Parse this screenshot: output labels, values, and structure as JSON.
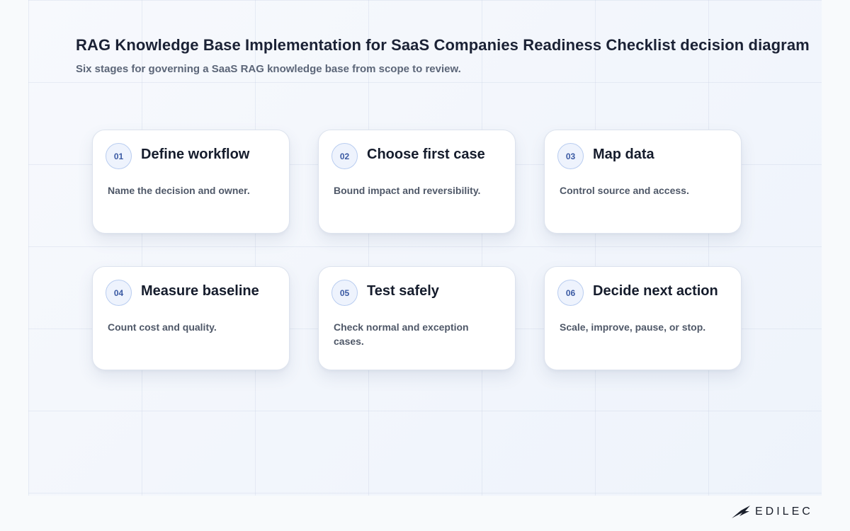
{
  "header": {
    "title": "RAG Knowledge Base Implementation for SaaS Companies Readiness Checklist decision diagram",
    "subtitle": "Six stages for governing a SaaS RAG knowledge base from scope to review."
  },
  "stages": [
    {
      "number": "01",
      "title": "Define workflow",
      "description": "Name the decision and owner."
    },
    {
      "number": "02",
      "title": "Choose first case",
      "description": "Bound impact and reversibility."
    },
    {
      "number": "03",
      "title": "Map data",
      "description": "Control source and access."
    },
    {
      "number": "04",
      "title": "Measure baseline",
      "description": "Count cost and quality."
    },
    {
      "number": "05",
      "title": "Test safely",
      "description": "Check normal and exception cases."
    },
    {
      "number": "06",
      "title": "Decide next action",
      "description": "Scale, improve, pause, or stop."
    }
  ],
  "brand": {
    "name": "EDILEC",
    "icon": "edilec-logo-icon"
  },
  "colors": {
    "badge_text": "#3b5aa3",
    "badge_border": "#b9cdf0",
    "title": "#1b2235"
  }
}
